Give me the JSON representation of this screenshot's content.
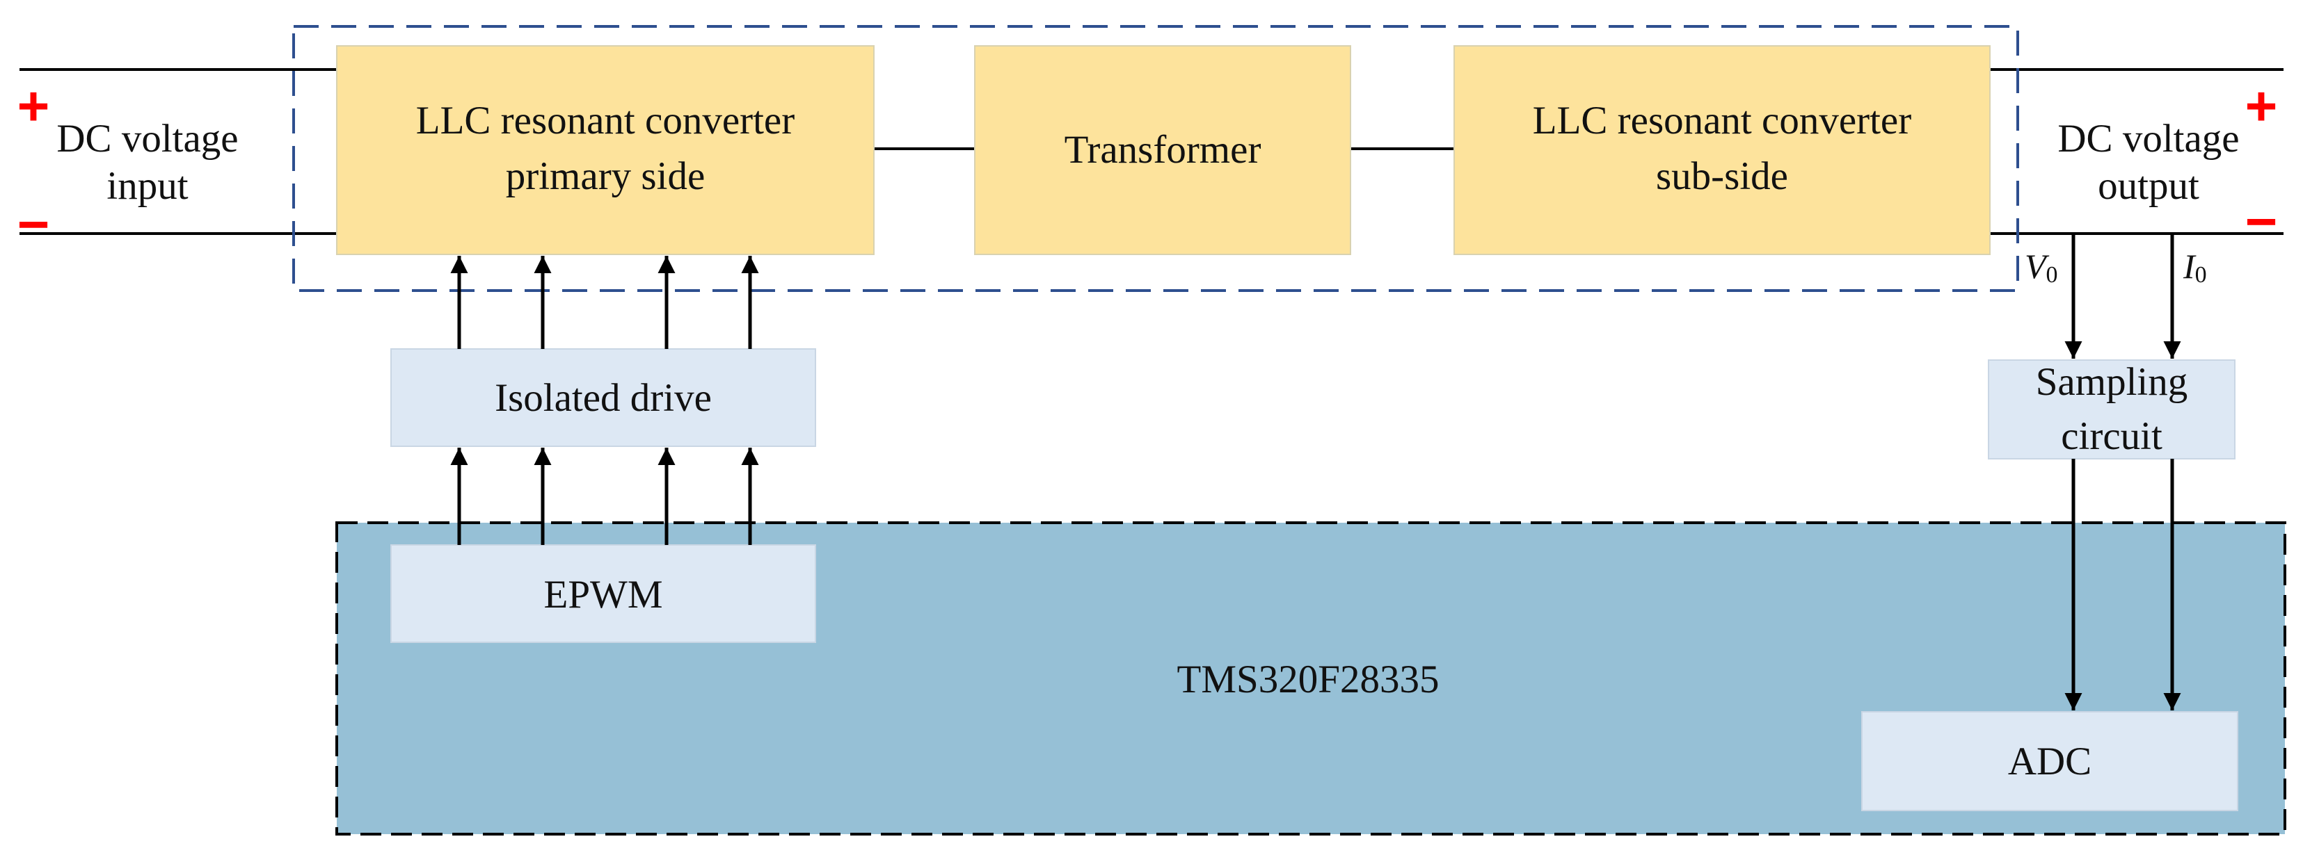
{
  "blocks": {
    "llc_primary": {
      "line1": "LLC resonant converter",
      "line2": "primary side"
    },
    "transformer": {
      "label": "Transformer"
    },
    "llc_sub": {
      "line1": "LLC resonant converter",
      "line2": "sub-side"
    },
    "isolated_drive": {
      "label": "Isolated drive"
    },
    "sampling": {
      "line1": "Sampling",
      "line2": "circuit"
    },
    "dsp": {
      "label": "TMS320F28335"
    },
    "epwm": {
      "label": "EPWM"
    },
    "adc": {
      "label": "ADC"
    }
  },
  "terminals": {
    "input": {
      "line1": "DC voltage",
      "line2": "input",
      "plus": "+",
      "minus": "−"
    },
    "output": {
      "line1": "DC voltage",
      "line2": "output",
      "plus": "+",
      "minus": "−"
    }
  },
  "signals": {
    "voltage": {
      "symbol": "V",
      "subscript": "0"
    },
    "current": {
      "symbol": "I",
      "subscript": "0"
    }
  },
  "colors": {
    "converter_fill": "#fde39c",
    "light_block_fill": "#dde8f4",
    "dsp_fill": "#96c0d6",
    "dashed_frame": "#2e4f8f",
    "sign_red": "#ff0000"
  }
}
